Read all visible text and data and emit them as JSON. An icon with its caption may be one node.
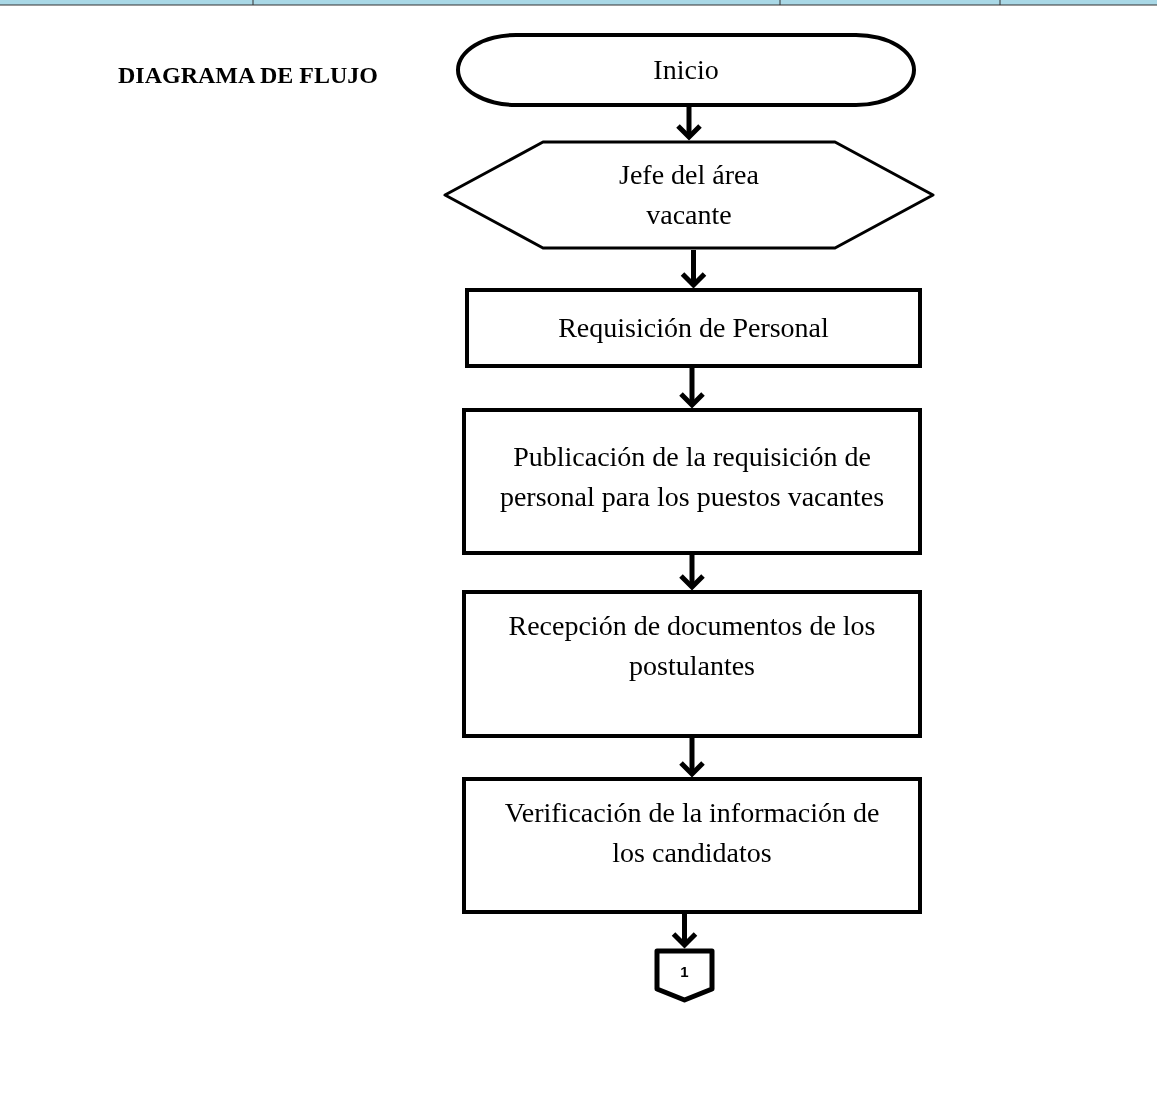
{
  "diagram": {
    "title": "DIAGRAMA DE FLUJO",
    "nodes": [
      {
        "text": [
          "Inicio"
        ]
      },
      {
        "text": [
          "Jefe del área vacante"
        ]
      },
      {
        "text": [
          "Requisición de Personal"
        ]
      },
      {
        "text": [
          "Publicación de la requisición de personal para los  puestos vacantes"
        ]
      },
      {
        "text": [
          "Recepción de documentos de los postulantes"
        ]
      },
      {
        "text": [
          "Verificación de la información de los candidatos"
        ]
      },
      {
        "text": [
          "1"
        ]
      }
    ],
    "edges": [
      {
        "from": 0,
        "to": 1,
        "arrow": "to"
      },
      {
        "from": 1,
        "to": 2,
        "arrow": "to"
      },
      {
        "from": 2,
        "to": 3,
        "arrow": "to"
      },
      {
        "from": 3,
        "to": 4,
        "arrow": "to"
      },
      {
        "from": 4,
        "to": 5,
        "arrow": "to"
      },
      {
        "from": 5,
        "to": 6,
        "arrow": "to"
      }
    ]
  }
}
